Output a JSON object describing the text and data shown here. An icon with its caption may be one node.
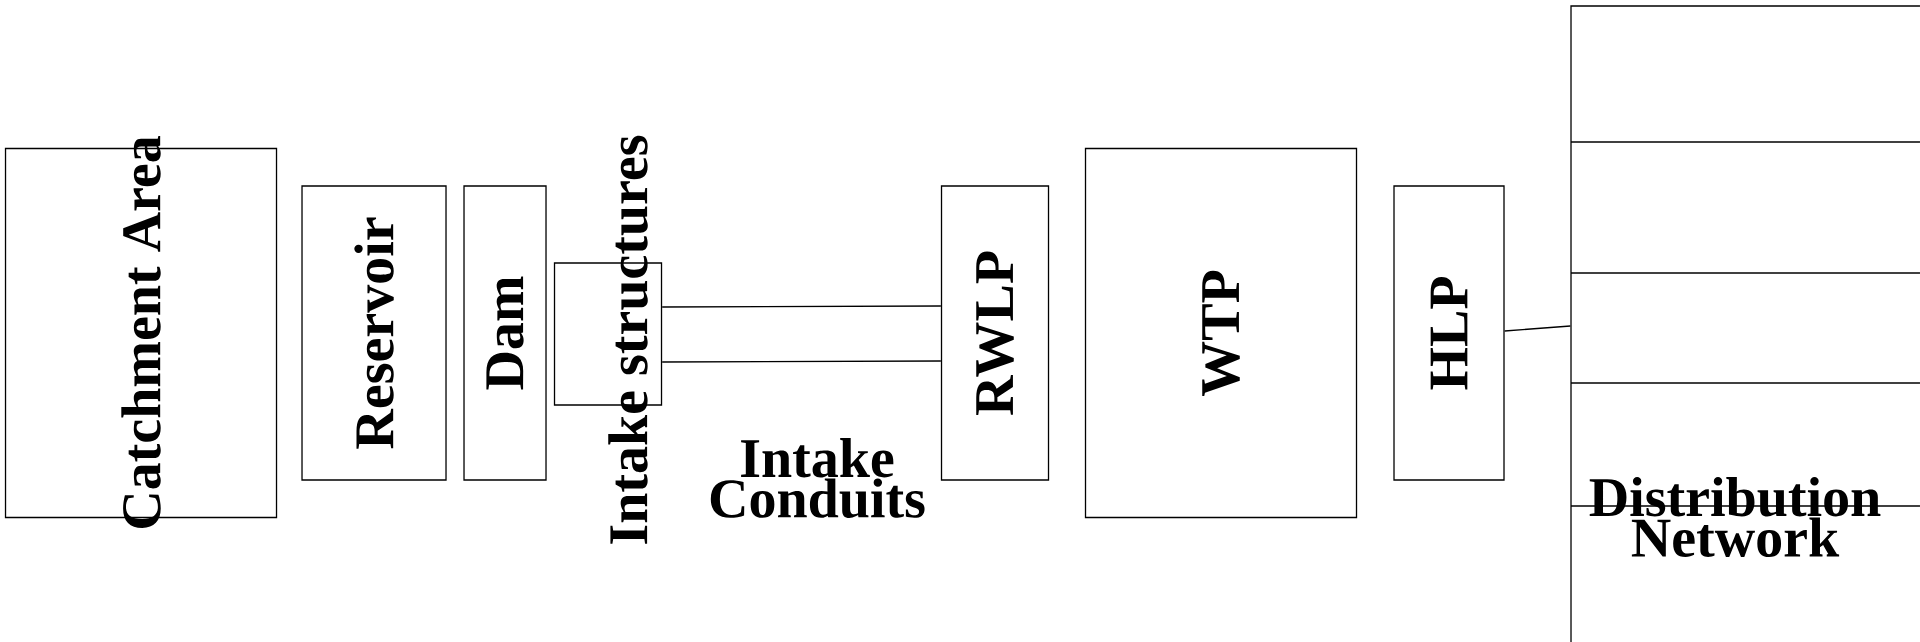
{
  "diagram": {
    "nodes": [
      {
        "text": [
          "Catchment Area"
        ]
      },
      {
        "text": [
          "Reservoir"
        ]
      },
      {
        "text": [
          "Dam"
        ]
      },
      {
        "text": [
          "Intake structures"
        ]
      },
      {
        "text": [
          "RWLP"
        ]
      },
      {
        "text": [
          "WTP"
        ]
      },
      {
        "text": [
          "HLP"
        ]
      },
      {
        "text": [
          "Distribution Network"
        ]
      }
    ],
    "edges": [
      {
        "from": 3,
        "to": 4,
        "arrow": "none"
      },
      {
        "from": 3,
        "to": 4,
        "arrow": "none",
        "label": "Intake Conduits"
      },
      {
        "from": 6,
        "to": 7,
        "arrow": "none"
      }
    ]
  }
}
